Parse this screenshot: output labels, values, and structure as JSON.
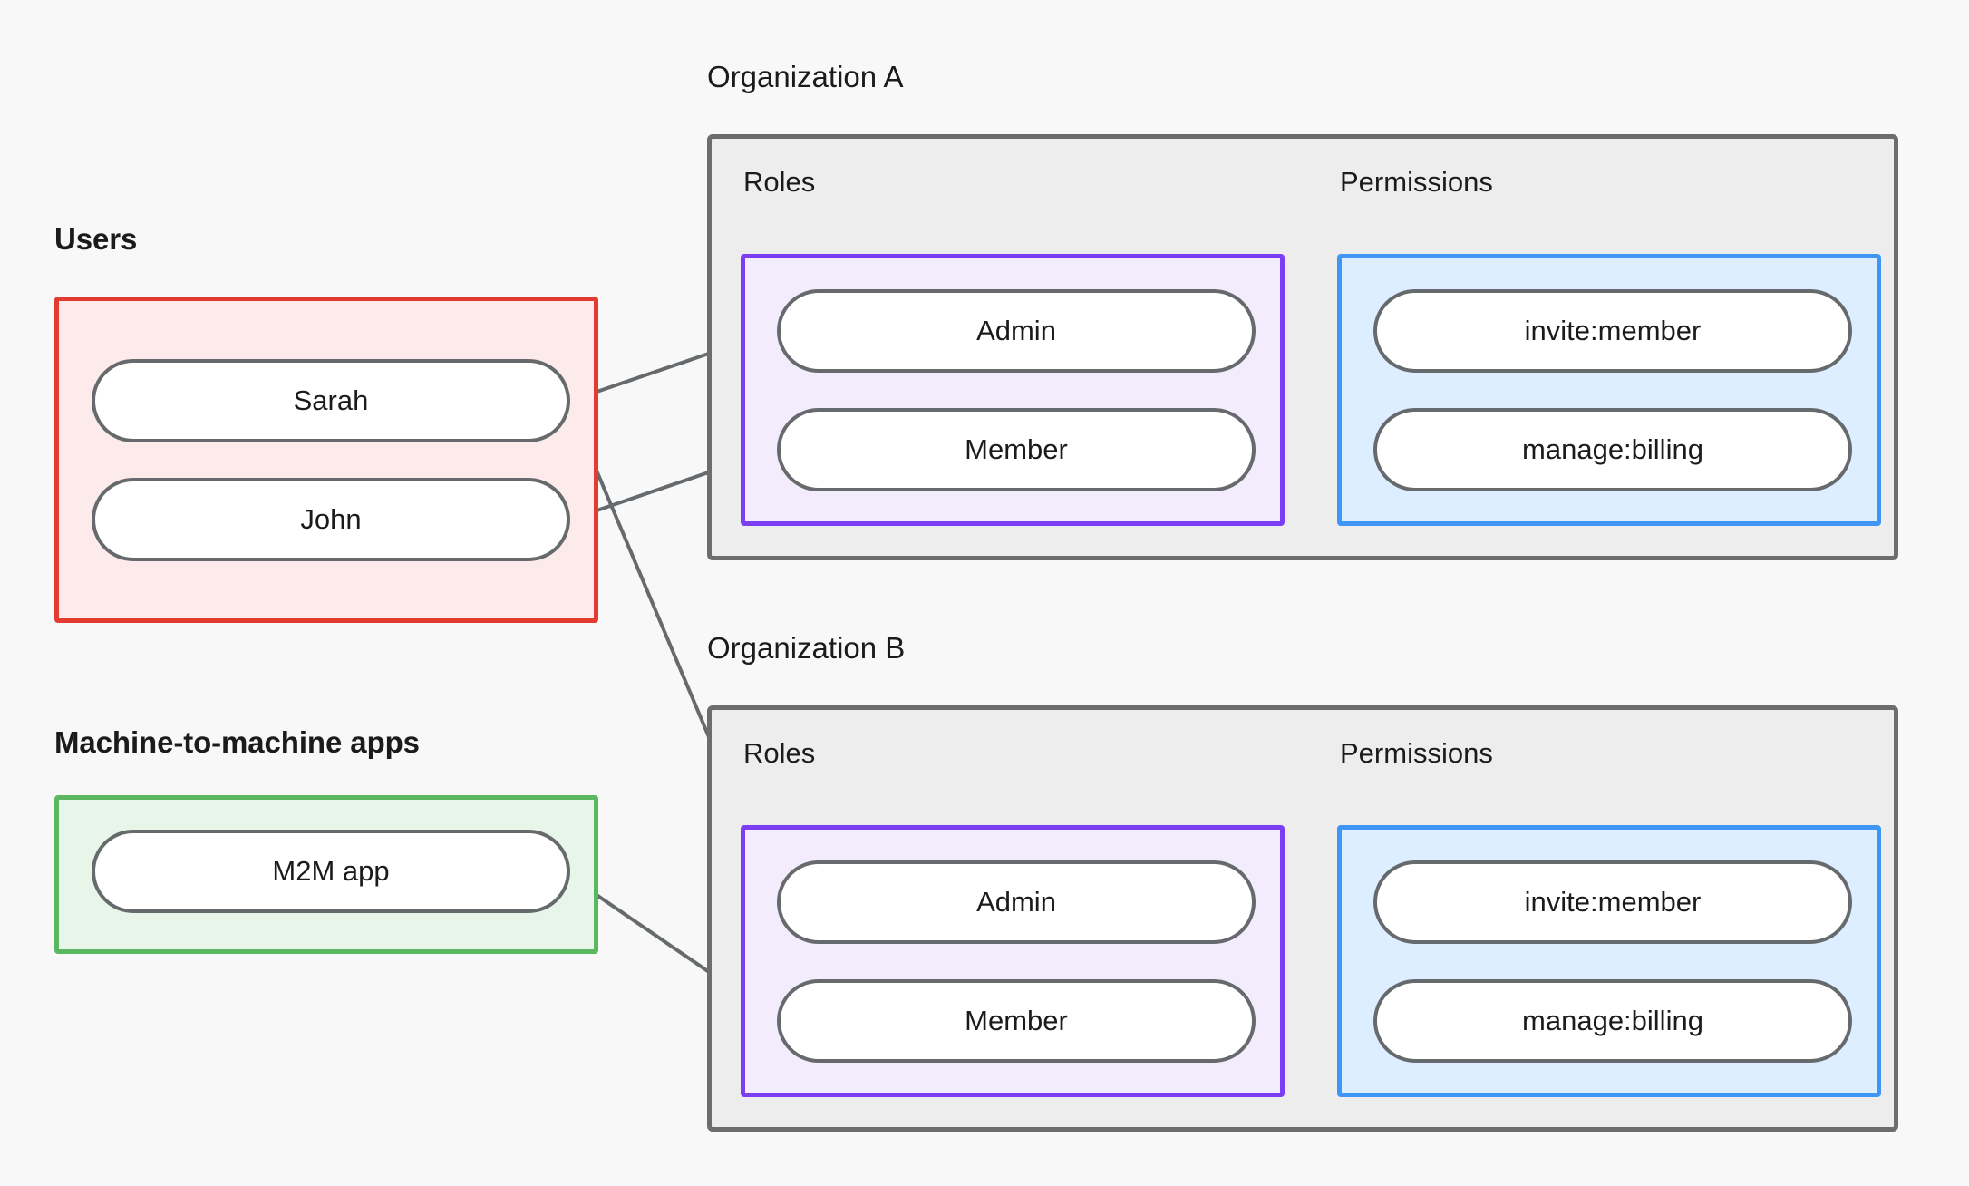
{
  "diagram": {
    "title_users": "Users",
    "title_m2m": "Machine-to-machine apps",
    "org_a_title": "Organization A",
    "org_b_title": "Organization B",
    "roles_label": "Roles",
    "permissions_label": "Permissions"
  },
  "users": {
    "label": "Users",
    "items": [
      {
        "label": "Sarah"
      },
      {
        "label": "John"
      }
    ]
  },
  "m2m": {
    "label": "Machine-to-machine apps",
    "items": [
      {
        "label": "M2M app"
      }
    ]
  },
  "org_a": {
    "title": "Organization A",
    "roles": {
      "label": "Roles",
      "items": [
        {
          "label": "Admin"
        },
        {
          "label": "Member"
        }
      ]
    },
    "permissions": {
      "label": "Permissions",
      "items": [
        {
          "label": "invite:member"
        },
        {
          "label": "manage:billing"
        }
      ]
    }
  },
  "org_b": {
    "title": "Organization B",
    "roles": {
      "label": "Roles",
      "items": [
        {
          "label": "Admin"
        },
        {
          "label": "Member"
        }
      ]
    },
    "permissions": {
      "label": "Permissions",
      "items": [
        {
          "label": "invite:member"
        },
        {
          "label": "manage:billing"
        }
      ]
    }
  },
  "colors": {
    "background": "#f7f8f7",
    "users_border": "#e23b30",
    "users_fill": "#fdeaea",
    "m2m_border": "#5cb860",
    "m2m_fill": "#e8f6e9",
    "org_border": "#6d6d6d",
    "org_fill": "#ededed",
    "roles_border": "#7c3ef5",
    "roles_fill": "#f3ecfd",
    "permissions_border": "#4096f5",
    "permissions_fill": "#dceeff",
    "node_border": "#666a6d",
    "node_fill": "#ffffff",
    "edge": "#666a6d",
    "text": "#1b1b1b"
  },
  "edges": [
    {
      "from": "Sarah",
      "to": "Organization A / Admin"
    },
    {
      "from": "John",
      "to": "Organization A / Member"
    },
    {
      "from": "Sarah",
      "to": "Organization B / Admin"
    },
    {
      "from": "M2M app",
      "to": "Organization B / Member"
    },
    {
      "from": "Organization A / Admin",
      "to": "Organization A / invite:member"
    },
    {
      "from": "Organization A / Admin",
      "to": "Organization A / manage:billing"
    },
    {
      "from": "Organization A / Member",
      "to": "Organization A / manage:billing"
    },
    {
      "from": "Organization B / Admin",
      "to": "Organization B / invite:member"
    },
    {
      "from": "Organization B / Admin",
      "to": "Organization B / manage:billing"
    },
    {
      "from": "Organization B / Member",
      "to": "Organization B / manage:billing"
    }
  ]
}
